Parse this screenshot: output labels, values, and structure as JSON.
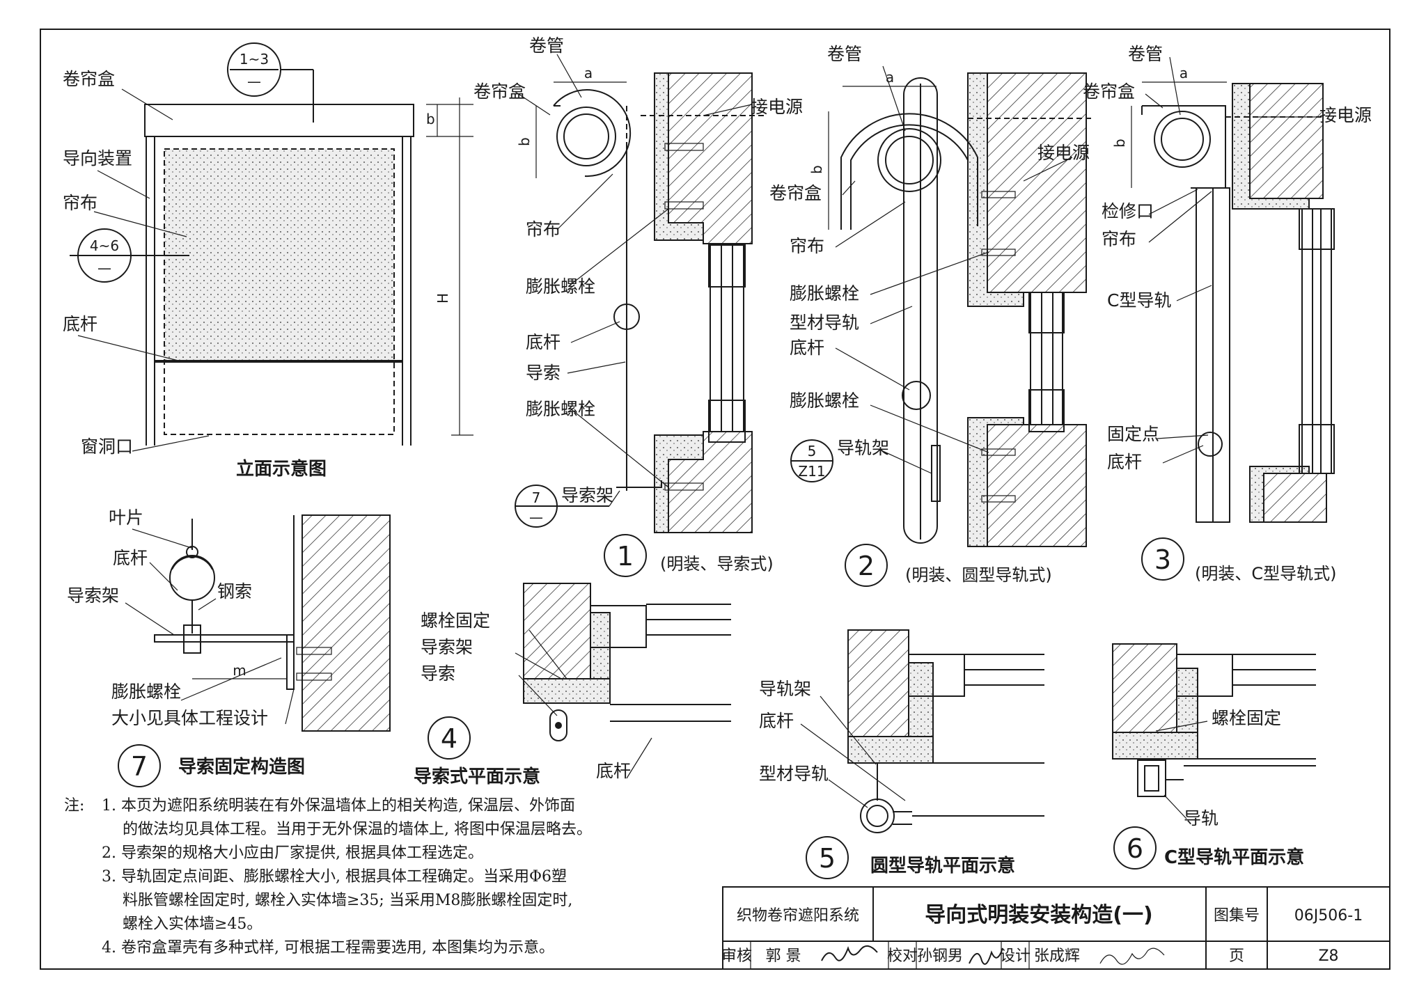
{
  "elevation": {
    "title": "立面示意图",
    "labels": {
      "box": "卷帘盒",
      "guide": "导向装置",
      "fabric": "帘布",
      "bottom_bar": "底杆",
      "opening": "窗洞口"
    },
    "callout_top": {
      "top": "1~3",
      "bottom": "—"
    },
    "callout_side": {
      "top": "4~6",
      "bottom": "—"
    },
    "dim_b": "b",
    "dim_h": "H"
  },
  "detail1": {
    "number": "1",
    "caption": "(明装、导索式)",
    "labels": {
      "tube": "卷管",
      "box": "卷帘盒",
      "power": "接电源",
      "fabric": "帘布",
      "bolt1": "膨胀螺栓",
      "bottom_bar": "底杆",
      "cable": "导索",
      "bolt2": "膨胀螺栓",
      "bracket": "导索架"
    },
    "dim_a": "a",
    "dim_b": "b",
    "callout": {
      "top": "7",
      "bottom": "—"
    }
  },
  "detail2": {
    "number": "2",
    "caption": "(明装、圆型导轨式)",
    "labels": {
      "tube": "卷管",
      "power": "接电源",
      "box": "卷帘盒",
      "fabric": "帘布",
      "bolt1": "膨胀螺栓",
      "rail": "型材导轨",
      "bottom_bar": "底杆",
      "bolt2": "膨胀螺栓",
      "rail_bracket": "导轨架"
    },
    "dim_a": "a",
    "dim_b": "b",
    "callout": {
      "top": "5",
      "bottom": "Z11"
    }
  },
  "detail3": {
    "number": "3",
    "caption": "(明装、C型导轨式)",
    "labels": {
      "tube": "卷管",
      "box": "卷帘盒",
      "power": "接电源",
      "access": "检修口",
      "fabric": "帘布",
      "rail": "C型导轨",
      "fixed_point": "固定点",
      "bottom_bar": "底杆"
    },
    "dim_a": "a",
    "dim_b": "b"
  },
  "detail7": {
    "number": "7",
    "caption": "导索固定构造图",
    "labels": {
      "blade": "叶片",
      "bottom_bar": "底杆",
      "wire": "钢索",
      "bracket": "导索架",
      "bolt": "膨胀螺栓",
      "bolt_note": "大小见具体工程设计"
    },
    "dim_m": "m"
  },
  "detail4": {
    "number": "4",
    "caption": "导索式平面示意",
    "labels": {
      "bolt_fix": "螺栓固定",
      "bracket": "导索架",
      "cable": "导索",
      "bottom_bar": "底杆"
    }
  },
  "detail5": {
    "number": "5",
    "caption": "圆型导轨平面示意",
    "labels": {
      "rail_bracket": "导轨架",
      "bottom_bar": "底杆",
      "rail": "型材导轨"
    }
  },
  "detail6": {
    "number": "6",
    "caption": "C型导轨平面示意",
    "labels": {
      "bolt_fix": "螺栓固定",
      "rail": "导轨"
    }
  },
  "notes": {
    "prefix": "注:",
    "lines": [
      "1. 本页为遮阳系统明装在有外保温墙体上的相关构造, 保温层、外饰面",
      "的做法均见具体工程。当用于无外保温的墙体上, 将图中保温层略去。",
      "2. 导索架的规格大小应由厂家提供, 根据具体工程选定。",
      "3. 导轨固定点间距、膨胀螺栓大小, 根据具体工程确定。当采用Φ6塑",
      "料胀管螺栓固定时, 螺栓入实体墙≥35; 当采用M8膨胀螺栓固定时,",
      "螺栓入实体墙≥45。",
      "4. 卷帘盒罩壳有多种式样, 可根据工程需要选用, 本图集均为示意。"
    ]
  },
  "title_block": {
    "system": "织物卷帘遮阳系统",
    "title": "导向式明装安装构造(一)",
    "atlas_label": "图集号",
    "atlas_no": "06J506-1",
    "review_label": "审核",
    "reviewer": "郭 景",
    "check_label": "校对",
    "checker": "孙钢男",
    "design_label": "设计",
    "designer": "张成辉",
    "page_label": "页",
    "page_no": "Z8"
  }
}
